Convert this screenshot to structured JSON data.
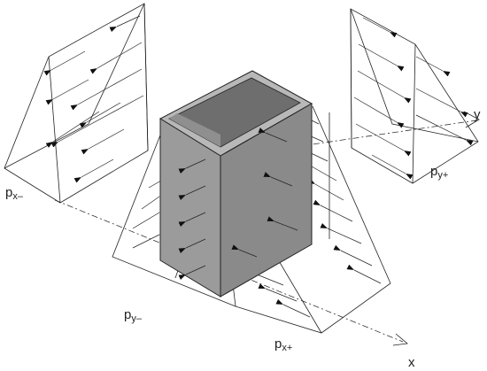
{
  "labels": {
    "px_minus": {
      "main": "p",
      "sub": "x–"
    },
    "py_minus": {
      "main": "p",
      "sub": "y–"
    },
    "px_plus": {
      "main": "p",
      "sub": "x+"
    },
    "py_plus": {
      "main": "p",
      "sub": "y+"
    },
    "axis_x": "x",
    "axis_y": "y"
  },
  "colors": {
    "box_front": "#9b9b9b",
    "box_side": "#8a8a8a",
    "box_top": "#b8b8b8",
    "box_inner": "#6e6e6e",
    "line": "#222222"
  }
}
